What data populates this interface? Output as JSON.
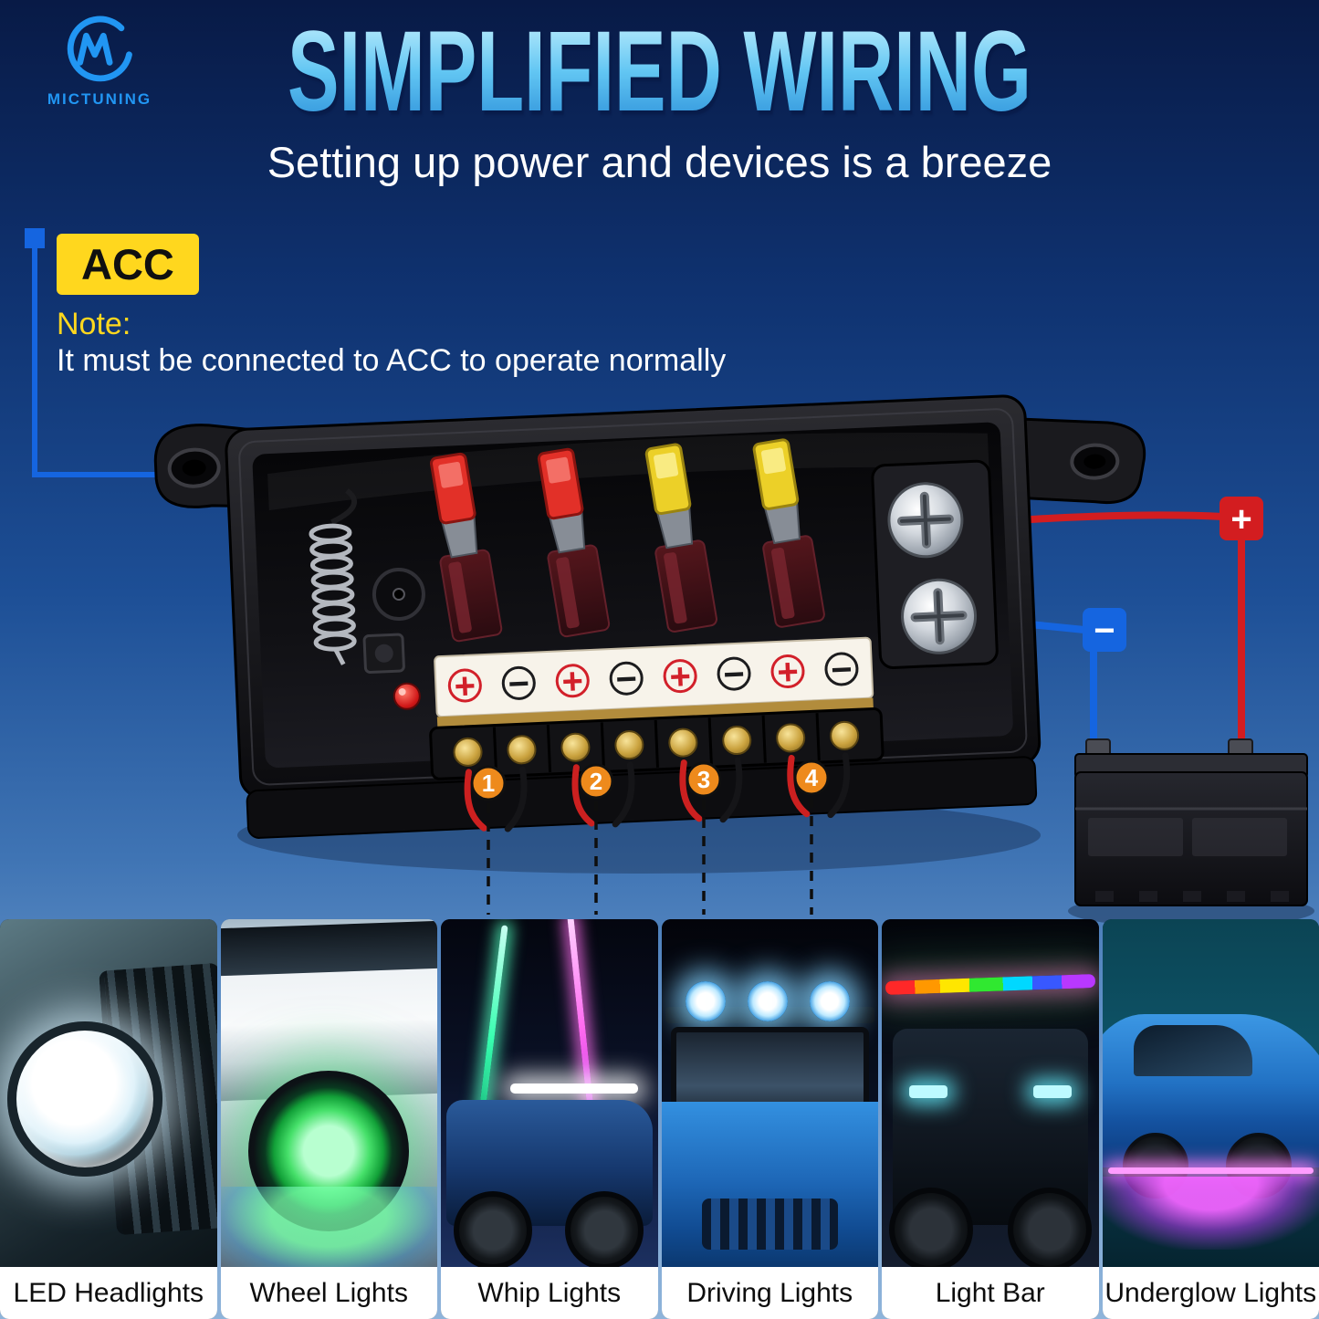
{
  "brand": {
    "name": "MICTUNING"
  },
  "header": {
    "title": "SIMPLIFIED WIRING",
    "subtitle": "Setting up power and devices is a breeze"
  },
  "acc": {
    "label": "ACC",
    "note_label": "Note:",
    "note_text": "It must be connected to ACC to operate normally"
  },
  "battery": {
    "plus": "+",
    "minus": "−"
  },
  "terminal_strip": {
    "symbols": [
      "+",
      "−",
      "+",
      "−",
      "+",
      "−",
      "+",
      "−"
    ]
  },
  "wire_numbers": [
    "1",
    "2",
    "3",
    "4"
  ],
  "panels": [
    {
      "label": "LED Headlights"
    },
    {
      "label": "Wheel Lights"
    },
    {
      "label": "Whip Lights"
    },
    {
      "label": "Driving Lights"
    },
    {
      "label": "Light Bar"
    },
    {
      "label": "Underglow Lights"
    }
  ],
  "colors": {
    "accent_blue": "#1565e0",
    "accent_red": "#d31d20",
    "badge_yellow": "#ffd71e",
    "number_orange": "#ee8a1c",
    "title_blue": "#62c6f3"
  }
}
